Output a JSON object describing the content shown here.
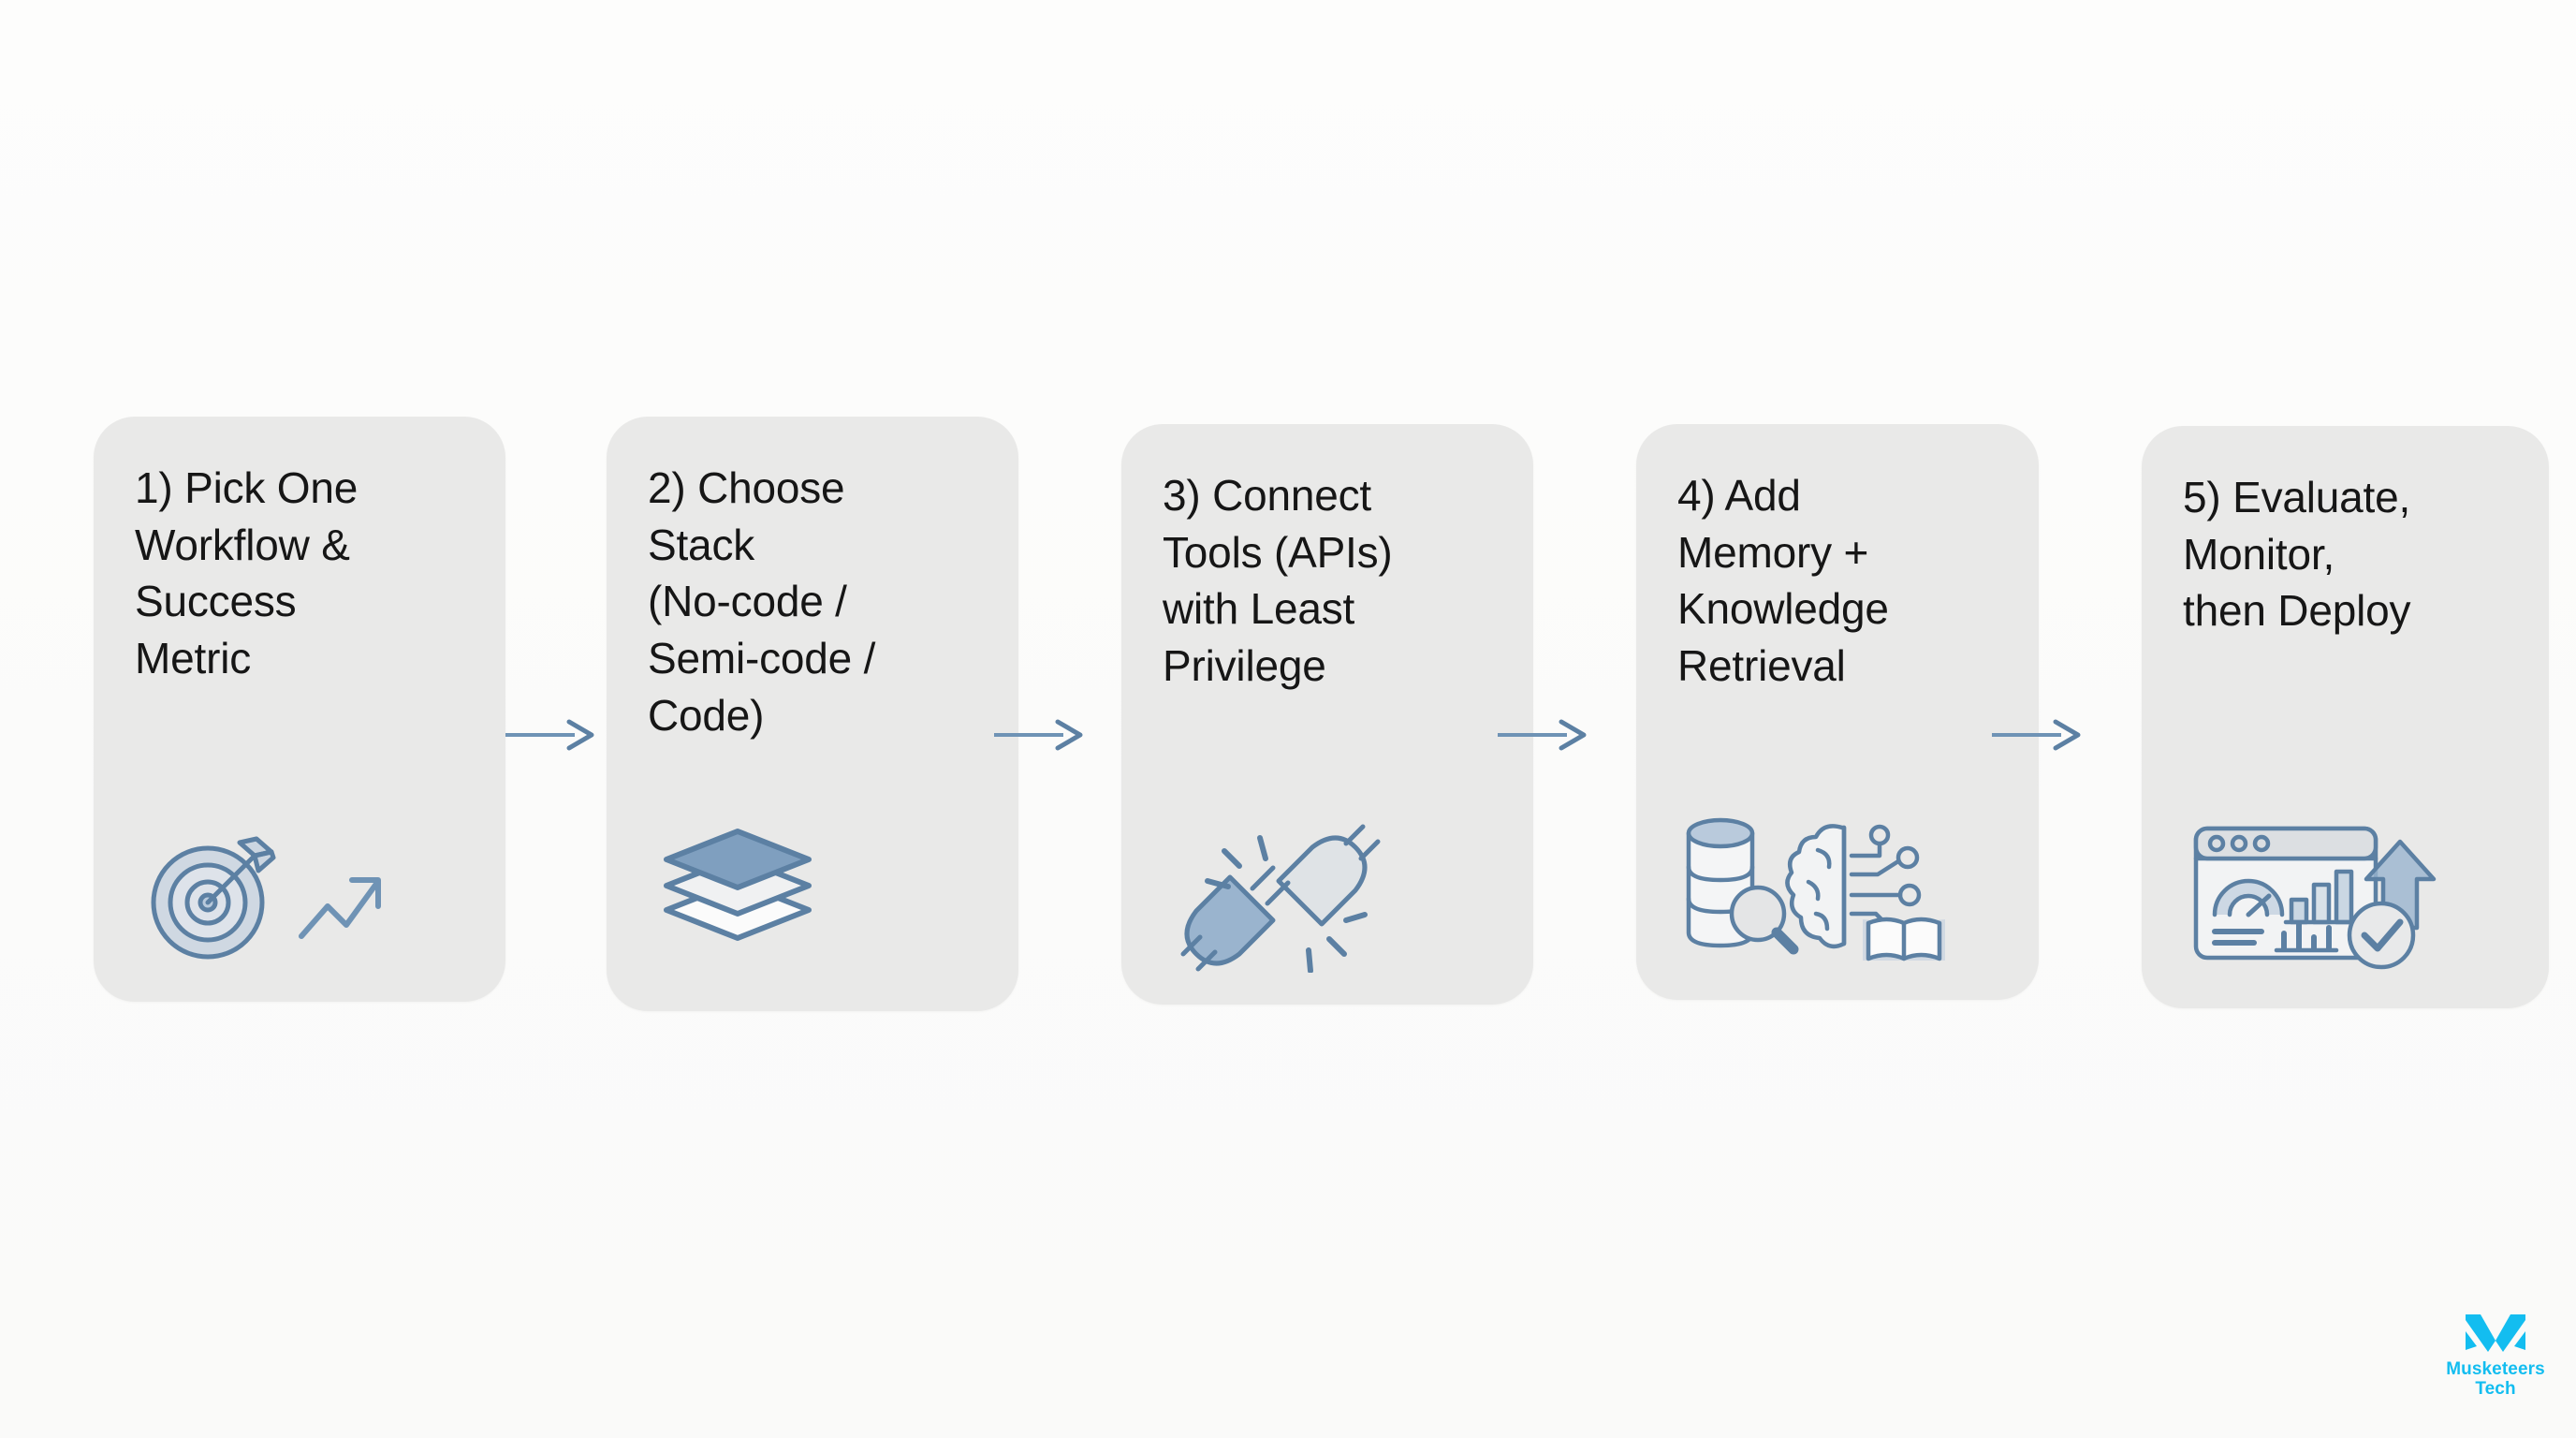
{
  "canvas": {
    "background_color": "#fcfcfb",
    "card_color": "#e9e9e8",
    "accent_color": "#6f93b5",
    "icon_stroke_color": "#5c80a3",
    "icon_fill_color": "#8aa9c6",
    "text_color": "#161616",
    "brand_color": "#13bdf0"
  },
  "diagram": {
    "type": "horizontal-process-flow",
    "step_count": 5,
    "steps": [
      {
        "number": "1",
        "title": "1) Pick One\nWorkflow &\nSuccess\nMetric",
        "icon": "target-trend-icon"
      },
      {
        "number": "2",
        "title": "2) Choose\nStack\n(No-code /\nSemi-code /\nCode)",
        "icon": "layers-stack-icon"
      },
      {
        "number": "3",
        "title": "3) Connect\nTools (APIs)\nwith Least\nPrivilege",
        "icon": "plug-connect-icon"
      },
      {
        "number": "4",
        "title": "4) Add\nMemory +\nKnowledge\nRetrieval",
        "icon": "database-brain-book-icon"
      },
      {
        "number": "5",
        "title": "5) Evaluate,\nMonitor,\nthen Deploy",
        "icon": "dashboard-analytics-check-icon"
      }
    ],
    "connectors": [
      {
        "icon": "arrow-right-icon",
        "from": "1",
        "to": "2"
      },
      {
        "icon": "arrow-right-icon",
        "from": "2",
        "to": "3"
      },
      {
        "icon": "arrow-right-icon",
        "from": "3",
        "to": "4"
      },
      {
        "icon": "arrow-right-icon",
        "from": "4",
        "to": "5"
      }
    ]
  },
  "brand": {
    "mark_icon": "musketeers-m-logo-icon",
    "name_line1": "Musketeers",
    "name_line2": "Tech"
  }
}
